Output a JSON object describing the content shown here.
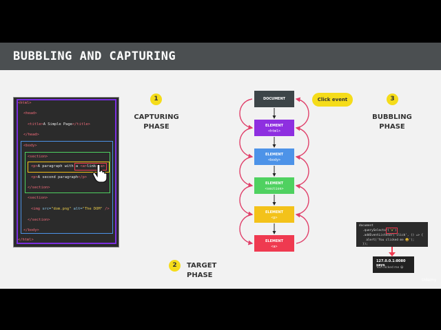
{
  "title": "BUBBLING AND CAPTURING",
  "code_lines": [
    {
      "id": "l1",
      "tag": "<html>"
    },
    {
      "id": "l2",
      "tag": "<head>"
    },
    {
      "id": "l3",
      "pre": "<title>",
      "text": "A Simple Page",
      "post": "</title>"
    },
    {
      "id": "l4",
      "tag": "</head>"
    },
    {
      "id": "l5",
      "tag": "<body>"
    },
    {
      "id": "l6",
      "tag": "<section>"
    },
    {
      "id": "l7",
      "pre": "<p>",
      "text": "A paragraph with a ",
      "mid": "<a>",
      "link": "link",
      "end": "</a>"
    },
    {
      "id": "l8",
      "pre": "<p>",
      "text": "A second paragraph",
      "post": "</p>"
    },
    {
      "id": "l9",
      "tag": "</section>"
    },
    {
      "id": "l10",
      "tag": "<section>"
    },
    {
      "id": "l11",
      "pre": "<img ",
      "attr1": "src=",
      "val1": "\"dom.png\"",
      "attr2": " alt=",
      "val2": "\"The DOM\"",
      "post": " />"
    },
    {
      "id": "l12",
      "tag": "</section>"
    },
    {
      "id": "l13",
      "tag": "</body>"
    },
    {
      "id": "l14",
      "tag": "</html>"
    }
  ],
  "phases": {
    "capturing": {
      "num": "1",
      "line1": "CAPTURING",
      "line2": "PHASE"
    },
    "target": {
      "num": "2",
      "line1": "TARGET PHASE"
    },
    "bubbling": {
      "num": "3",
      "line1": "BUBBLING",
      "line2": "PHASE"
    }
  },
  "click_event": "Click event",
  "elements": [
    {
      "label": "DOCUMENT",
      "sub": "",
      "color": "#3d4548"
    },
    {
      "label": "ELEMENT",
      "sub": "<html>",
      "color": "#8e2fe0"
    },
    {
      "label": "ELEMENT",
      "sub": "<body>",
      "color": "#4d93e8"
    },
    {
      "label": "ELEMENT",
      "sub": "<section>",
      "color": "#4fd160"
    },
    {
      "label": "ELEMENT",
      "sub": "<p>",
      "color": "#f3c21a"
    },
    {
      "label": "ELEMENT",
      "sub": "<a>",
      "color": "#ef3a50"
    }
  ],
  "js_code": {
    "l1": "document",
    "l2a": "  .querySelector(",
    "l2b": "'a'",
    "l2c": ")",
    "l3": "  .addEventListener('click', () => {",
    "l4": "    alert('You clicked me 😀');",
    "l5": "  });"
  },
  "alert": {
    "title": "127.0.0.1:8080 says",
    "message": "You clicked me 😀"
  },
  "watermark": "Udemy"
}
